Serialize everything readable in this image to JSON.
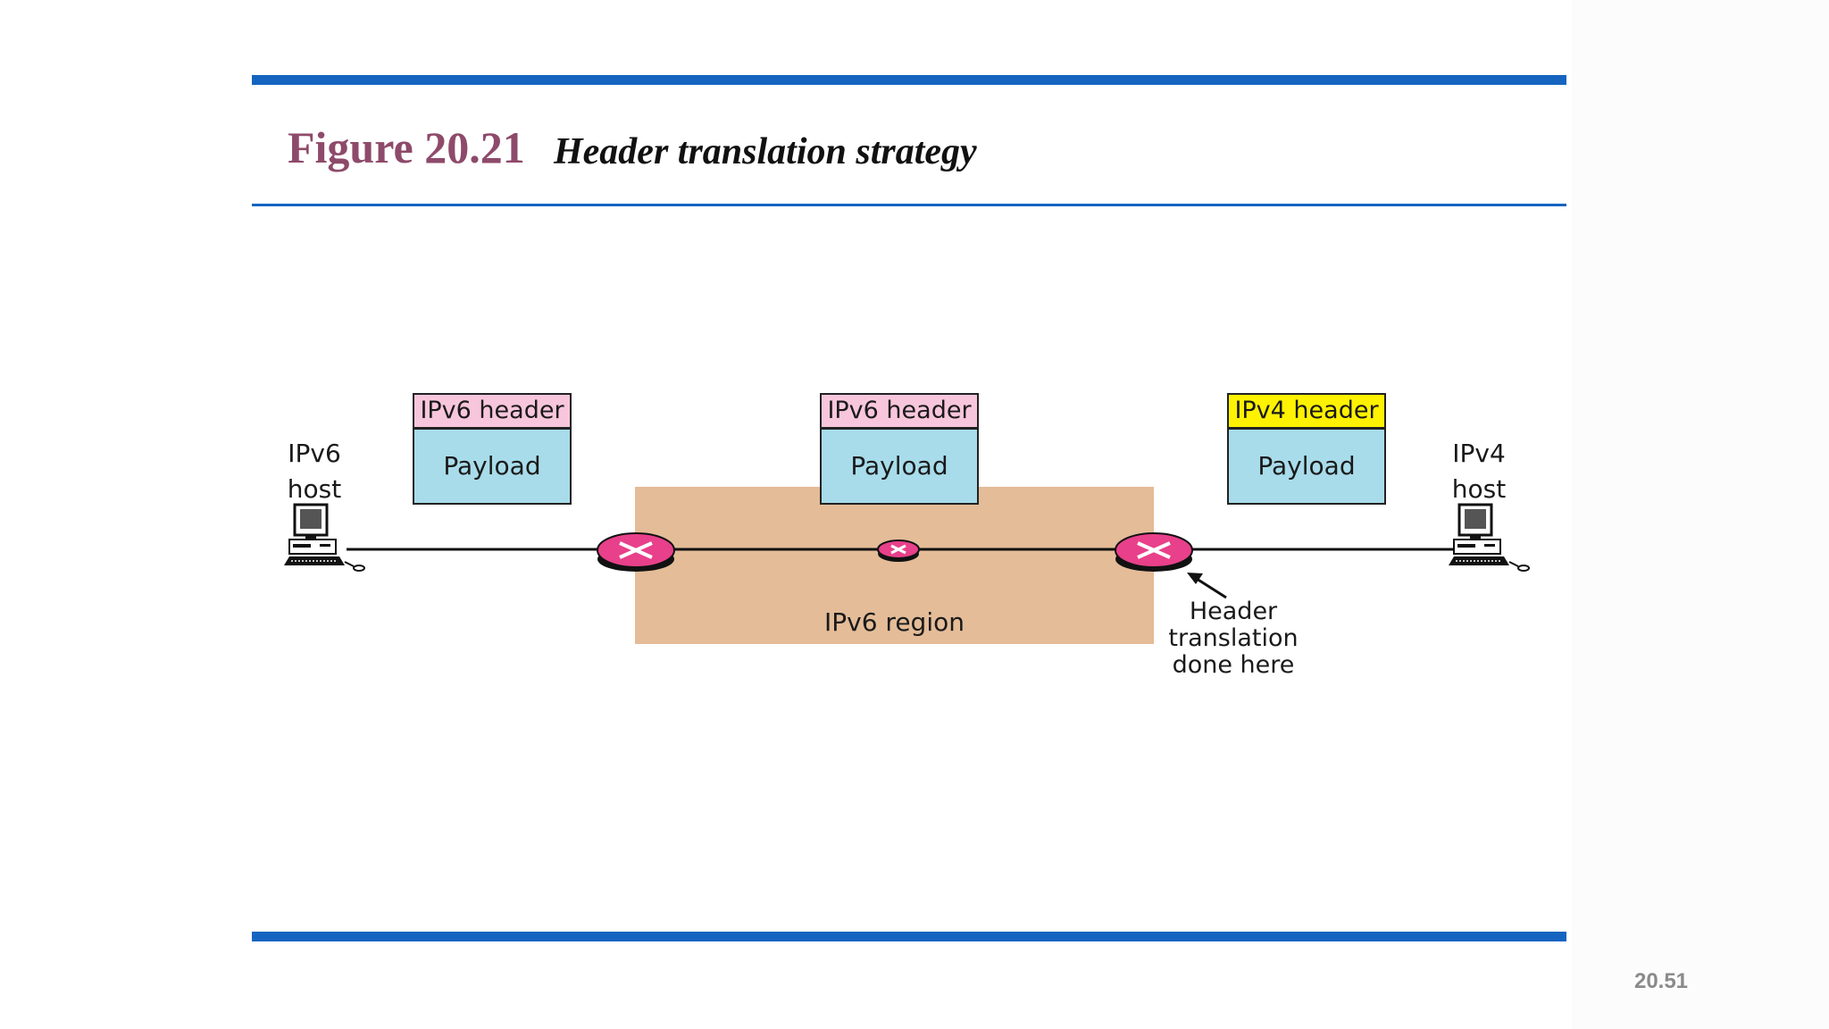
{
  "figure": {
    "number": "Figure 20.21",
    "caption": "Header translation strategy"
  },
  "page_number": "20.51",
  "hosts": {
    "left_label": [
      "IPv6",
      "host"
    ],
    "right_label": [
      "IPv4",
      "host"
    ]
  },
  "packets": [
    {
      "header": "IPv6 header",
      "payload": "Payload"
    },
    {
      "header": "IPv6 header",
      "payload": "Payload"
    },
    {
      "header": "IPv4 header",
      "payload": "Payload"
    }
  ],
  "region_label": "IPv6 region",
  "annotation": [
    "Header",
    "translation",
    "done here"
  ],
  "colors": {
    "rule": "#1565c0",
    "figure_number": "#8e4a6a",
    "region": "#e4bc98",
    "ipv6_header": "#f8c6dc",
    "ipv4_header": "#fff200",
    "payload": "#a8dcea",
    "router": "#e8408a"
  }
}
